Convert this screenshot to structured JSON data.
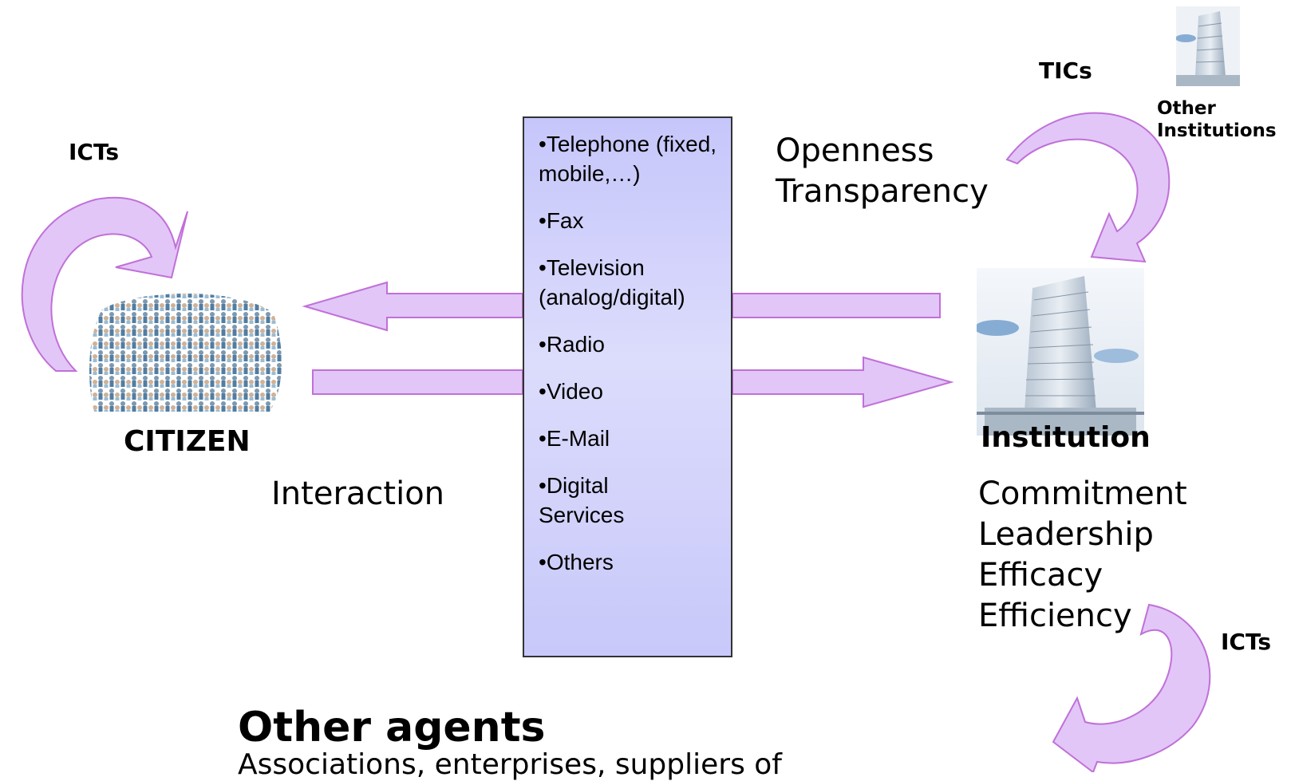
{
  "citizen": {
    "label": "CITIZEN",
    "loop_label": "ICTs"
  },
  "interaction_label": "Interaction",
  "channels": [
    "Telephone (fixed,\nmobile,…)",
    "Fax",
    "Television\n(analog/digital)",
    "Radio",
    "Video",
    "E-Mail",
    "Digital\nServices",
    "Others"
  ],
  "openness": [
    "Openness",
    "Transparency"
  ],
  "institution": {
    "label": "Institution",
    "qualities": [
      "Commitment",
      "Leadership",
      "Efficacy",
      "Efficiency"
    ],
    "loop_label": "ICTs"
  },
  "other_institutions": {
    "loop_label": "TICs",
    "label_line1": "Other",
    "label_line2": "Institutions"
  },
  "other_agents": {
    "title": "Other agents",
    "subtitle": "Associations, enterprises, suppliers of"
  },
  "colors": {
    "arrow_fill": "#e2c6f7",
    "arrow_stroke": "#c070d8",
    "box_fill": "#d4d4fb"
  }
}
